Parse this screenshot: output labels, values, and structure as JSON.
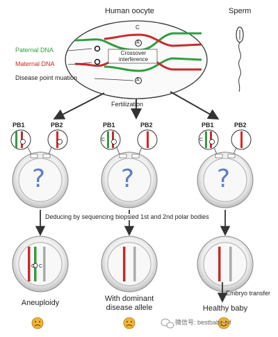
{
  "labels": {
    "human_oocyte": "Human oocyte",
    "sperm": "Sperm",
    "paternal_dna": "Paternal DNA",
    "maternal_dna": "Maternal DNA",
    "disease_mutation": "Disease point muation",
    "crossover_line1": "Crossover",
    "crossover_line2": "interference",
    "fertilization": "Fertilization",
    "deducing": "Deducing by sequencing biopsied 1st and 2nd polar bodies",
    "embryo_transfer": "Embryo transfer",
    "marker_c": "C",
    "marker_a": "A",
    "question": "?"
  },
  "embryos": [
    {
      "pb1": "PB1",
      "pb2": "PB2"
    },
    {
      "pb1": "PB1",
      "pb2": "PB2"
    },
    {
      "pb1": "PB1",
      "pb2": "PB2"
    }
  ],
  "outcomes": [
    {
      "line1": "Aneuploidy",
      "line2": "",
      "face": "sad"
    },
    {
      "line1": "With dominant",
      "line2": "disease allele",
      "face": "sad"
    },
    {
      "line1": "Healthy baby",
      "line2": "",
      "face": "happy"
    }
  ],
  "watermark": "微信号: bestbaby-ivf",
  "colors": {
    "paternal": "#2e9e3e",
    "maternal": "#c62b2b",
    "outline": "#333333",
    "shell": "#d9d9d9",
    "question": "#5b7fc4",
    "face": "#f2b233"
  }
}
